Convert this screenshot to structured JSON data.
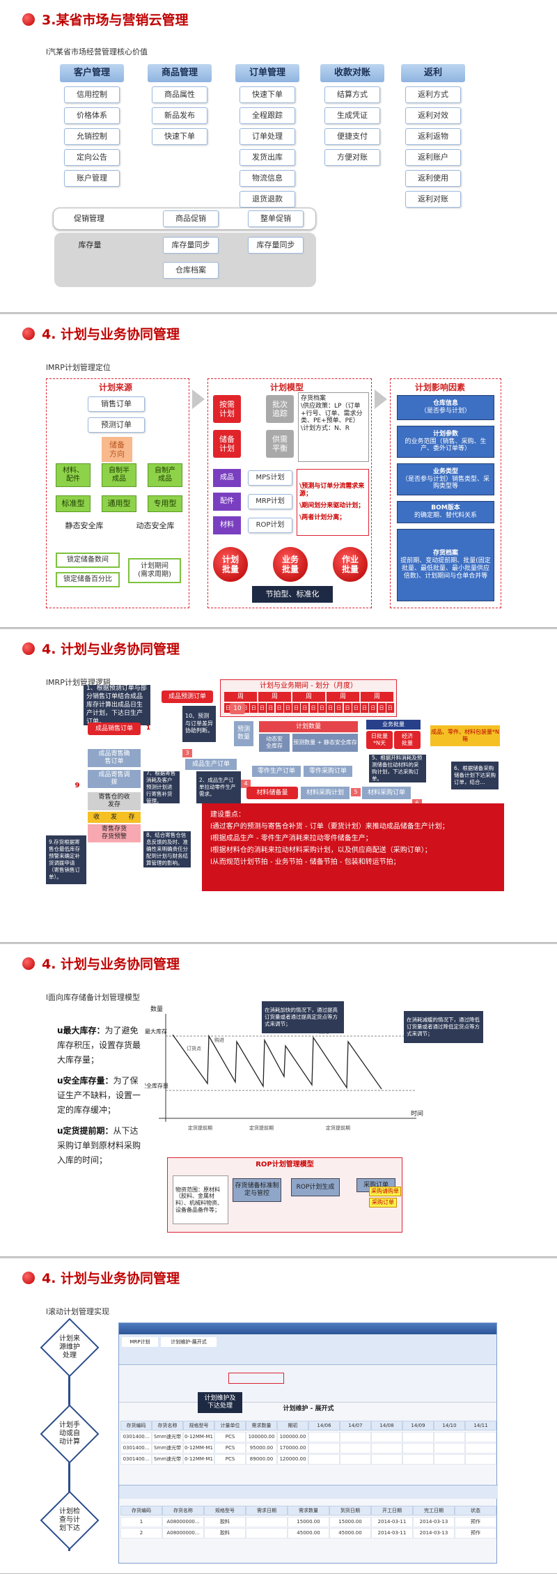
{
  "s1": {
    "title": "3.某省市场与营销云管理",
    "subtitle": "l汽某省市场经营管理核心价值",
    "cols": [
      {
        "head": "客户管理",
        "items": [
          "信用控制",
          "价格体系",
          "允销控制",
          "定向公告",
          "账户管理"
        ]
      },
      {
        "head": "商品管理",
        "items": [
          "商品属性",
          "新品发布",
          "快速下单"
        ]
      },
      {
        "head": "订单管理",
        "items": [
          "快速下单",
          "全程跟踪",
          "订单处理",
          "发货出库",
          "物流信息",
          "退货退款"
        ]
      },
      {
        "head": "收款对账",
        "items": [
          "结算方式",
          "生成凭证",
          "便捷支付",
          "方便对账"
        ]
      },
      {
        "head": "返利",
        "items": [
          "返利方式",
          "返利对效",
          "返利返物",
          "返利账户",
          "返利使用",
          "返利对账"
        ]
      }
    ],
    "promo": {
      "label": "促销管理",
      "item1": "商品促销",
      "item2": "整单促销"
    },
    "stock": {
      "label": "库存量",
      "item1": "库存量同步",
      "item2": "库存量同步",
      "item3": "仓库档案"
    }
  },
  "s2": {
    "title": "4. 计划与业务协同管理",
    "subtitle": "lMRP计划管理定位",
    "source": {
      "title": "计划来源",
      "sales_order": "销售订单",
      "forecast_order": "预测订单",
      "stock_dir": "储备\n方向",
      "material": "材料、\n配件",
      "semi": "自制半\n成品",
      "self_made": "自制产\n成品",
      "std": "标准型",
      "general": "通用型",
      "special": "专用型",
      "static_safe": "静态安全库",
      "dynamic_safe": "动态安全库",
      "lock_qty": "锁定储备数间",
      "lock_pct": "锁定储备百分比",
      "plan_period": "计划期间\n(需求周期)"
    },
    "model": {
      "title": "计划模型",
      "by_demand": "按需\n计划",
      "batch_track": "批次\n追踪",
      "by_stock": "储备\n计划",
      "supply_balance": "供需\n平衡",
      "policy": "存货档案\n\\供应政策：LP（订单+行号、订单、需求分类、PE+预单、PE）\n\\计划方式：N、R",
      "rows": [
        {
          "tag": "成品",
          "plan": "MPS计划"
        },
        {
          "tag": "配件",
          "plan": "MRP计划"
        },
        {
          "tag": "材料",
          "plan": "ROP计划"
        }
      ],
      "note1": "\\预测与订单分流需求来源；",
      "note2": "\\期间划分来驱动计划；",
      "note3": "\\两者计划分离；",
      "batch1": "计划\n批量",
      "batch2": "业务\n批量",
      "batch3": "作业\n批量",
      "rhythm": "节拍型、标准化"
    },
    "factors": {
      "title": "计划影响因素",
      "f1_head": "仓库信息",
      "f1_tail": "（是否参与计划）",
      "f2_head": "计划参数",
      "f2_tail": "的业务范围（销售、采购、生产、委外订单等）",
      "f3_head": "业务类型",
      "f3_tail": "（是否参与计划）销售类型、采购类型等",
      "f4_head": "BOM版本",
      "f4_tail": "的确定期、替代料关系",
      "f5_head": "存货档案",
      "f5_tail": "提前期、变动提前期、批量(固定批量、最低批量、最小批量供应倍数)、计划期间与仓单合并等"
    }
  },
  "s3": {
    "title": "4. 计划与业务协同管理",
    "subtitle": "lMRP计划管理逻辑",
    "period_title": "计划与业务期间 - 划分（月度）",
    "week": "周",
    "day": "日",
    "n1": "1、根据预测订单与部分销售订单结合成品库存计算出成品日生产计划，下达日生产订单。",
    "forecast_order": "成品预测订单",
    "sales_order": "成品销售订单",
    "n10": "10、预测与订单差异协助判断。",
    "ten": "10",
    "forecast_qty": "预测\n数量",
    "plan_qty": "计划数量",
    "dyn_safe": "动态安\n全库存",
    "fc_plus": "预测数量 + 静态安全库存",
    "biz_batch": "业务批量",
    "daily_batch": "日批量\n*N天",
    "econ_batch": "经济\n批量",
    "product_mat": "成品、零件、材料包装量*N箱",
    "stock_confirm": "成品寄售确\n售订单",
    "stock_adjust": "成品寄售调\n拨",
    "nine": "9",
    "consign_store": "寄售仓的收\n发存",
    "recv": "收",
    "send": "发",
    "store": "存",
    "stock_warn": "寄售存货\n存货预警",
    "n9": "9.存货根据寄售仓最低库存预警来确定补货调拨申请（寄售销售订单）。",
    "n7": "7、根据寄售消耗及客户预测计划进行寄售补货管理。",
    "n8": "8、结合寄售仓信息反馈的及时、准确性来明确责任分配到计划与财务结算管理的影响。",
    "prod_order": "成品生产订单",
    "three": "3",
    "n2": "2、成品生产订单拉动零件生产需求。",
    "part_prod": "零件生产订单",
    "part_buy": "零件采购订单",
    "four": "4",
    "mat_stock": "材料储备量",
    "mat_plan": "材料采购计划",
    "mat_buy": "材料采购订单",
    "five": "5",
    "six": "6",
    "n5": "5、根据开料消耗及预测储备拉动材料的采购计划，下达采购订单。",
    "n6": "6、根据储备采购储备计划下达采购订单，结合...",
    "point_title": "建设重点：",
    "p1": "l通过客户的预测与寄售仓补货 - 订单（要货计划）来推动成品储备生产计划；",
    "p2": "l根据成品生产 - 零件生产消耗来拉动零件储备生产；",
    "p3": "l根据材料仓的消耗来拉动材料采购计划，以及供应商配送（采购订单）；",
    "p4": "l从而规范计划节拍 - 业务节拍 - 储备节拍 - 包装和转运节拍；"
  },
  "s4": {
    "title": "4. 计划与业务协同管理",
    "subtitle": "l面向库存储备计划管理模型",
    "max_head": "u最大库存：",
    "max_body": "为了避免库存积压，设置存货最大库存量；",
    "safe_head": "u安全库存量：",
    "safe_body": "为了保证生产不缺料，设置一定的库存缓冲；",
    "lead_head": "u定货提前期：",
    "lead_body": "从下达采购订单到原材料采购入库的时间；",
    "c_qty": "数量",
    "c_max": "最大库存",
    "c_safe": "安全库存量",
    "c_time": "时间",
    "c_order": "订货点",
    "c_lead": "定货提前期",
    "c_buy": "购进",
    "c_consume": "消耗",
    "note_left": "在消耗加快的情况下，通过提高订货量或者通过提高定货点等方式来调节；",
    "note_right": "在消耗减缓的情况下，通过降低订货量或者通过降低定货点等方式来调节；",
    "rop_title": "ROP计划管理模型",
    "rop_scope": "物资范围：原材料（胶料、金属材料）、机械料物资、设备备品备件等；",
    "rop_a": "存货储备标准制定与管控",
    "rop_b": "ROP计划生成",
    "rop_c": "采购订单",
    "rop_y1": "采购请购单",
    "rop_y2": "采购订单"
  },
  "s5": {
    "title": "4. 计划与业务协同管理",
    "subtitle": "l滚动计划管理实现",
    "flow1": "计划来\n源维护\n处理",
    "flow2": "计划手\n动或自\n动计算",
    "flow3": "计划检\n查与计\n划下达",
    "win_tab1": "MRP计划",
    "win_tab2": "计划维护-展开式",
    "callout": "计划维护及\n下达处理",
    "grid_title": "计划维护 - 展开式",
    "cols": [
      "存货编码",
      "存货名称",
      "规格型号",
      "计量单位",
      "需求数量",
      "期初",
      "14/06",
      "14/07",
      "14/08",
      "14/09",
      "14/10",
      "14/11"
    ],
    "rows": [
      [
        "0301400...",
        "Smm速光带",
        "0-12MM-M1",
        "PCS",
        "100000.00",
        "100000.00",
        "",
        "",
        "",
        "",
        "",
        ""
      ],
      [
        "0301400...",
        "Smm速光带",
        "0-12MM-M1",
        "PCS",
        "95000.00",
        "170000.00",
        "",
        "",
        "",
        "",
        "",
        ""
      ],
      [
        "0301400...",
        "Smm速光带",
        "0-12MM-M1",
        "PCS",
        "89000.00",
        "120000.00",
        "",
        "",
        "",
        "",
        "",
        ""
      ]
    ],
    "lower_cols": [
      "存货编码",
      "存货名称",
      "规格型号",
      "需求日期",
      "需求数量",
      "到货日期",
      "开工日期",
      "完工日期",
      "状态"
    ],
    "lower_rows": [
      [
        "1",
        "A08000000...",
        "胶料",
        "",
        "15000.00",
        "15000.00",
        "2014-03-11",
        "2014-03-13",
        "预作"
      ],
      [
        "2",
        "A08000000...",
        "胶料",
        "",
        "45000.00",
        "45000.00",
        "2014-03-11",
        "2014-03-13",
        "预作"
      ]
    ]
  }
}
